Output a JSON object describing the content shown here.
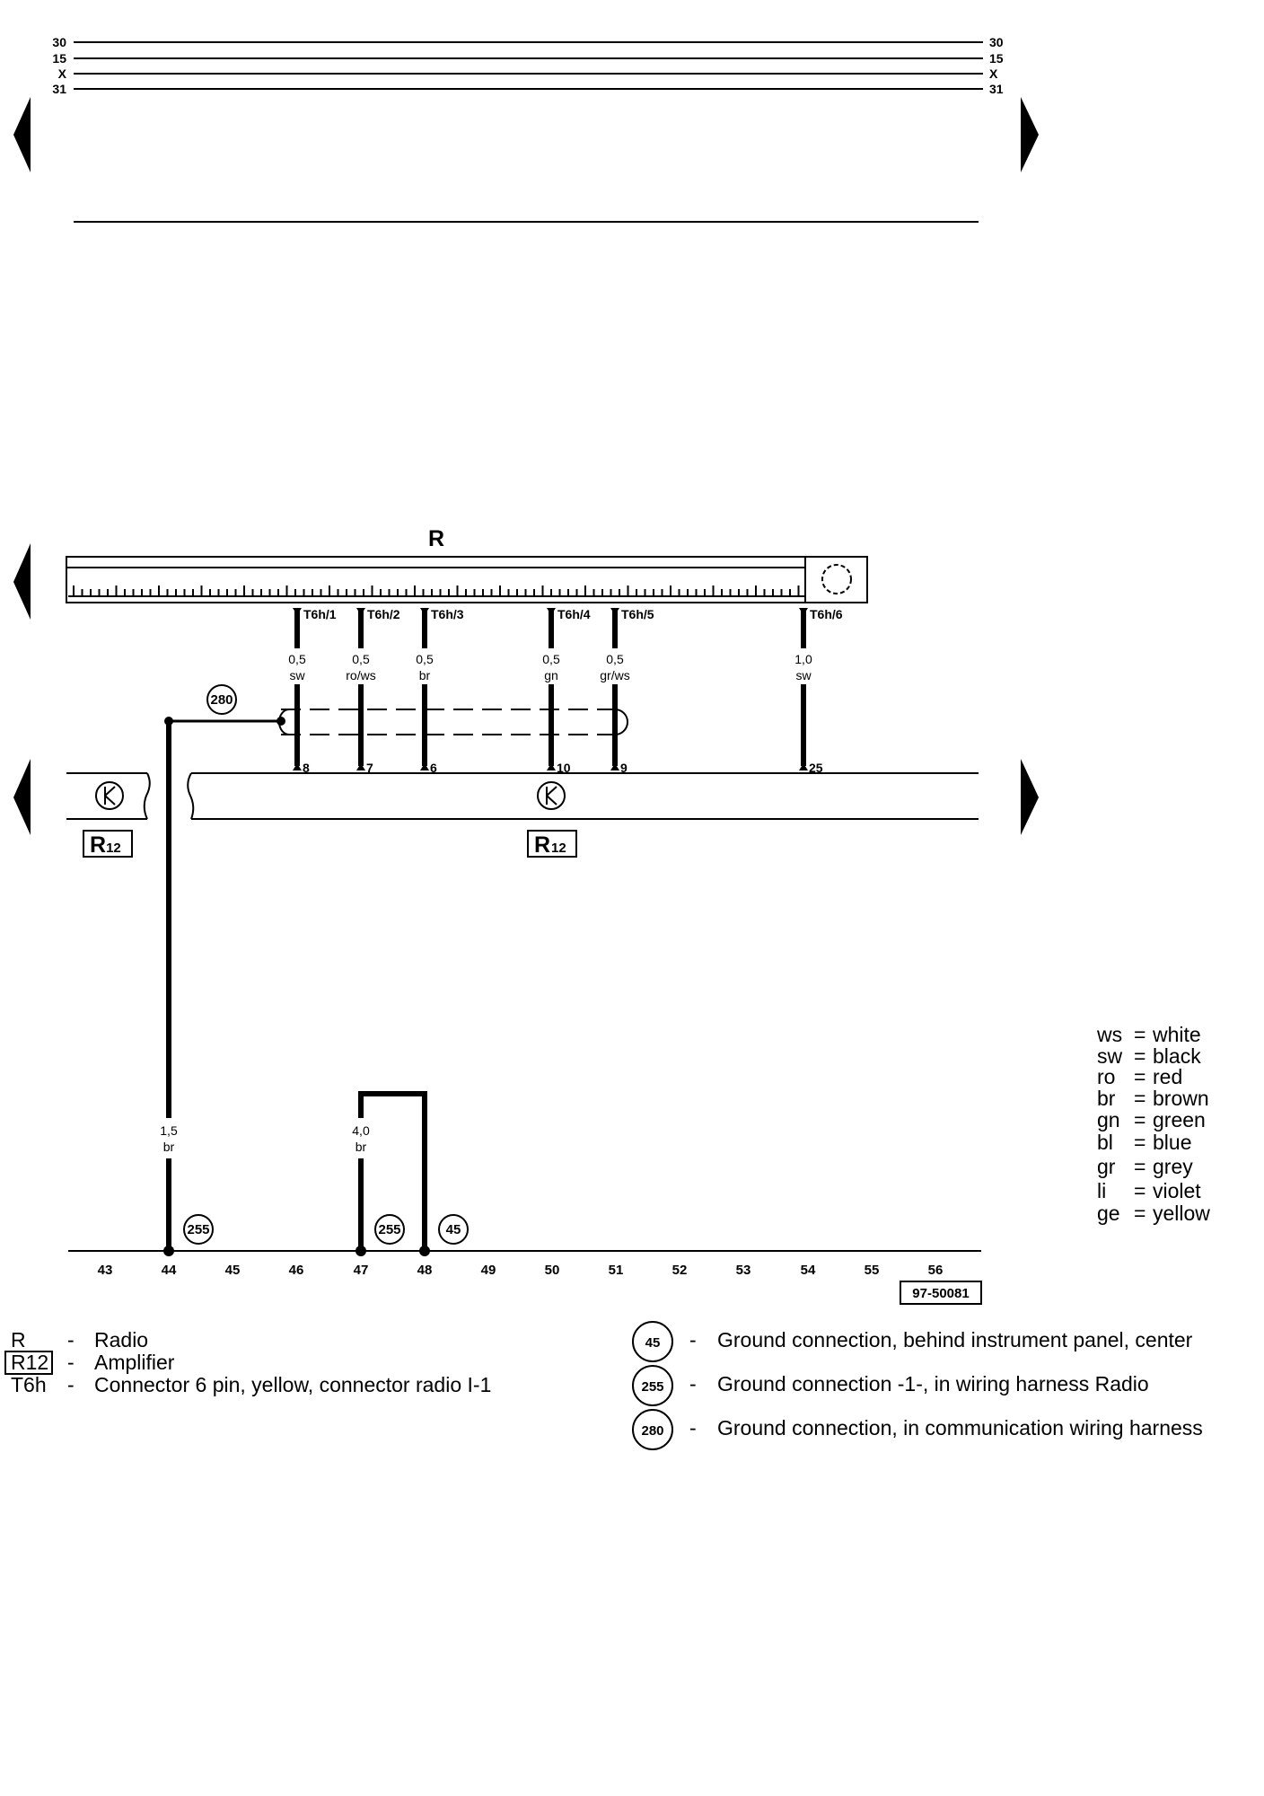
{
  "rails": {
    "labels": [
      "30",
      "15",
      "X",
      "31"
    ]
  },
  "radio": {
    "label": "R"
  },
  "connectors": [
    {
      "id": "T6h/1",
      "pin": "8",
      "gauge": "0,5",
      "color": "sw"
    },
    {
      "id": "T6h/2",
      "pin": "7",
      "gauge": "0,5",
      "color": "ro/ws"
    },
    {
      "id": "T6h/3",
      "pin": "6",
      "gauge": "0,5",
      "color": "br"
    },
    {
      "id": "T6h/4",
      "pin": "10",
      "gauge": "0,5",
      "color": "gn"
    },
    {
      "id": "T6h/5",
      "pin": "9",
      "gauge": "0,5",
      "color": "gr/ws"
    },
    {
      "id": "T6h/6",
      "pin": "25",
      "gauge": "1,0",
      "color": "sw"
    }
  ],
  "amplifier": {
    "label": "R",
    "sub": "12"
  },
  "ground_points": {
    "g280": "280",
    "g255": "255",
    "g45": "45"
  },
  "wires": {
    "left": {
      "gauge": "1,5",
      "color": "br"
    },
    "mid": {
      "gauge": "4,0",
      "color": "br"
    }
  },
  "columns": [
    "43",
    "44",
    "45",
    "46",
    "47",
    "48",
    "49",
    "50",
    "51",
    "52",
    "53",
    "54",
    "55",
    "56"
  ],
  "doc_id": "97-50081",
  "color_key": [
    {
      "code": "ws",
      "name": "white"
    },
    {
      "code": "sw",
      "name": "black"
    },
    {
      "code": "ro",
      "name": "red"
    },
    {
      "code": "br",
      "name": "brown"
    },
    {
      "code": "gn",
      "name": "green"
    },
    {
      "code": "bl",
      "name": "blue"
    },
    {
      "code": "gr",
      "name": "grey"
    },
    {
      "code": "li",
      "name": "violet"
    },
    {
      "code": "ge",
      "name": "yellow"
    }
  ],
  "legend_left": [
    {
      "code": "R",
      "desc": "Radio"
    },
    {
      "code": "R12",
      "desc": "Amplifier"
    },
    {
      "code": "T6h",
      "desc": "Connector 6 pin, yellow, connector radio I-1"
    }
  ],
  "legend_right": [
    {
      "code": "45",
      "desc": "Ground connection, behind instrument panel, center"
    },
    {
      "code": "255",
      "desc": "Ground connection -1-, in wiring harness Radio"
    },
    {
      "code": "280",
      "desc": "Ground connection, in communication wiring harness"
    }
  ]
}
